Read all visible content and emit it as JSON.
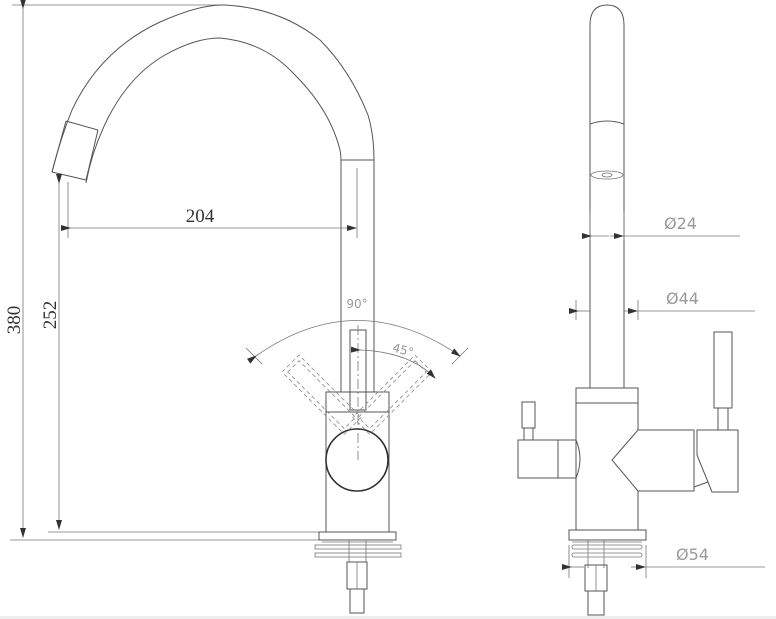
{
  "drawing": {
    "title": "Kitchen faucet dimension drawing",
    "views": [
      "front-view",
      "side-view"
    ],
    "line_color": "#555555",
    "dim_text_color": "#333333",
    "cad_text_color": "#999999"
  },
  "front_view": {
    "dimensions": {
      "total_height": "380",
      "spout_clearance": "252",
      "spout_reach": "204",
      "lever_rotation": "90°",
      "lever_half_angle": "45°"
    }
  },
  "side_view": {
    "dimensions": {
      "spout_diameter": "Ø24",
      "body_diameter": "Ø44",
      "base_diameter": "Ø54"
    }
  }
}
